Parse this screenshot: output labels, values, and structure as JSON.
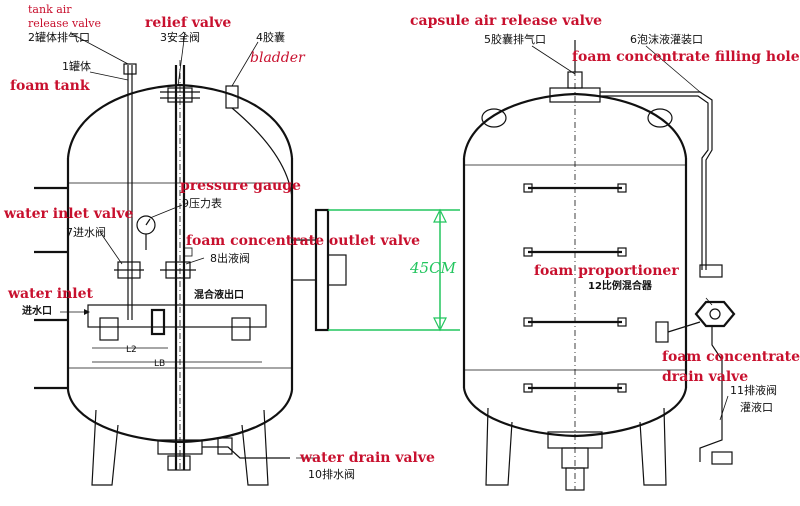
{
  "labels": {
    "tank_air_release_valve": "tank air release valve",
    "tank_air_release_valve_line1": "tank air",
    "tank_air_release_valve_line2": "release valve",
    "tank_air_release_cn": "2罐体排气口",
    "relief_valve": "relief valve",
    "relief_valve_cn": "3安全阀",
    "bladder_cn": "4胶囊",
    "bladder": "bladder",
    "tank_body_cn": "1罐体",
    "foam_tank": "foam tank",
    "pressure_gauge": "pressure gauge",
    "pressure_gauge_cn": "9压力表",
    "water_inlet_valve": "water inlet valve",
    "water_inlet_valve_cn": "7进水阀",
    "foam_concentrate_outlet_valve": "foam concentrate outlet valve",
    "outlet_valve_cn": "8出液阀",
    "water_inlet": "water inlet",
    "water_inlet_cn": "进水口",
    "mix_outlet_cn": "混合液出口",
    "dim_l2": "L2",
    "dim_lb": "LB",
    "water_drain_valve": "water drain valve",
    "water_drain_valve_cn": "10排水阀",
    "dimension_45cm": "45CM",
    "capsule_air_release_valve": "capsule air release valve",
    "capsule_air_release_cn": "5胶囊排气口",
    "foam_filling_cn": "6泡沫液灌装口",
    "foam_concentrate_filling_hole": "foam concentrate filling hole",
    "foam_proportioner": "foam proportioner",
    "proportioner_cn": "12比例混合器",
    "foam_concentrate_drain_valve_line1": "foam concentrate",
    "foam_concentrate_drain_valve_line2": "drain valve",
    "drain_cn": "11排液阀",
    "filling_cn": "灌液口"
  },
  "colors": {
    "label_red": "#c8102e",
    "dimension_green": "#22c55e",
    "drawing_black": "#111111"
  }
}
